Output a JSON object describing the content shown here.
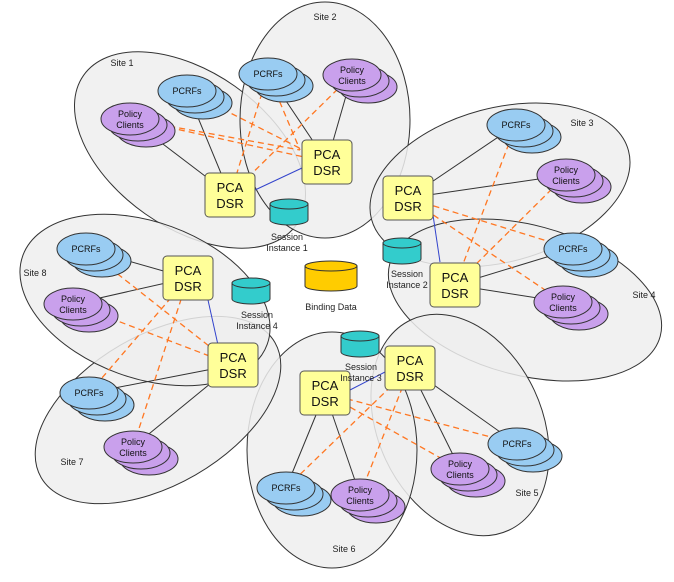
{
  "labels": {
    "pcrfs": "PCRFs",
    "policy_line1": "Policy",
    "policy_line2": "Clients",
    "pca": "PCA",
    "dsr": "DSR",
    "session": "Session",
    "binding": "Binding Data"
  },
  "sites": [
    {
      "id": "site1",
      "name": "Site 1"
    },
    {
      "id": "site2",
      "name": "Site 2"
    },
    {
      "id": "site3",
      "name": "Site 3"
    },
    {
      "id": "site4",
      "name": "Site 4"
    },
    {
      "id": "site5",
      "name": "Site 5"
    },
    {
      "id": "site6",
      "name": "Site 6"
    },
    {
      "id": "site7",
      "name": "Site 7"
    },
    {
      "id": "site8",
      "name": "Site 8"
    }
  ],
  "session_instances": [
    {
      "id": "si1",
      "name": "Instance 1"
    },
    {
      "id": "si2",
      "name": "Instance 2"
    },
    {
      "id": "si3",
      "name": "Instance 3"
    },
    {
      "id": "si4",
      "name": "Instance 4"
    }
  ],
  "colors": {
    "site_fill": "#eeeeef",
    "site_stroke": "#333333",
    "pcrf_fill": "#99ccf2",
    "policy_fill": "#c9a0ec",
    "dsr_fill": "#ffff99",
    "session_fill": "#33cccc",
    "binding_fill": "#ffcc00",
    "dashed": "#ff7722",
    "solid": "#333333",
    "blue_link": "#3344cc"
  }
}
